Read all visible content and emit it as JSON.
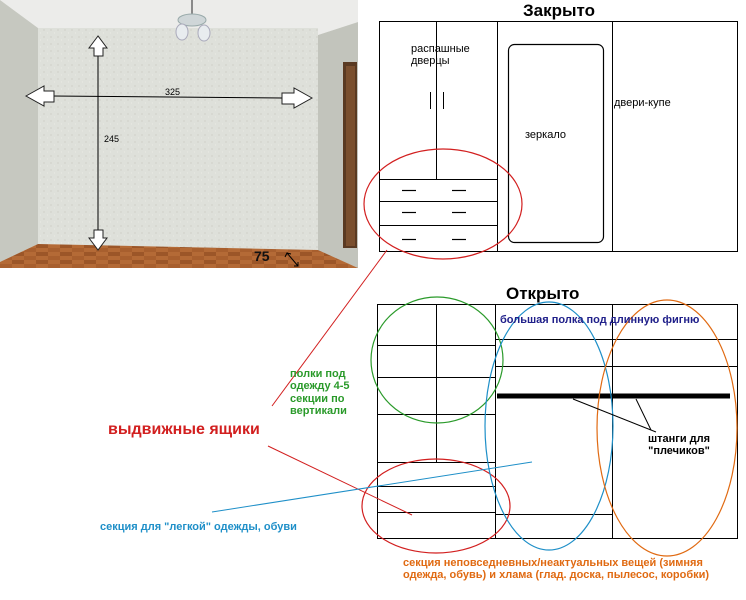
{
  "photo": {
    "width_label": "325",
    "height_label": "245",
    "depth_label": "75"
  },
  "closed": {
    "title": "Закрыто",
    "hinged_doors": "распашные дверцы",
    "mirror": "зеркало",
    "sliding_doors": "двери-купе"
  },
  "open": {
    "title": "Открыто",
    "shelves": "полки под одежду 4-5 секции по вертикали",
    "drawers": "выдвижные ящики",
    "long_shelf": "большая полка под длинную фигню",
    "rods": "штанги для \"плечиков\"",
    "light_clothes": "секция для \"легкой\" одежды, обуви",
    "storage": "секция неповседневных/неактуальных вещей (зимняя одежда, обувь) и хлама (глад. доска, пылесос, коробки)"
  },
  "colors": {
    "red": "#d21f1f",
    "green": "#2a9a2a",
    "blue": "#1e8fc8",
    "navy": "#20208a",
    "orange": "#e06a12"
  }
}
